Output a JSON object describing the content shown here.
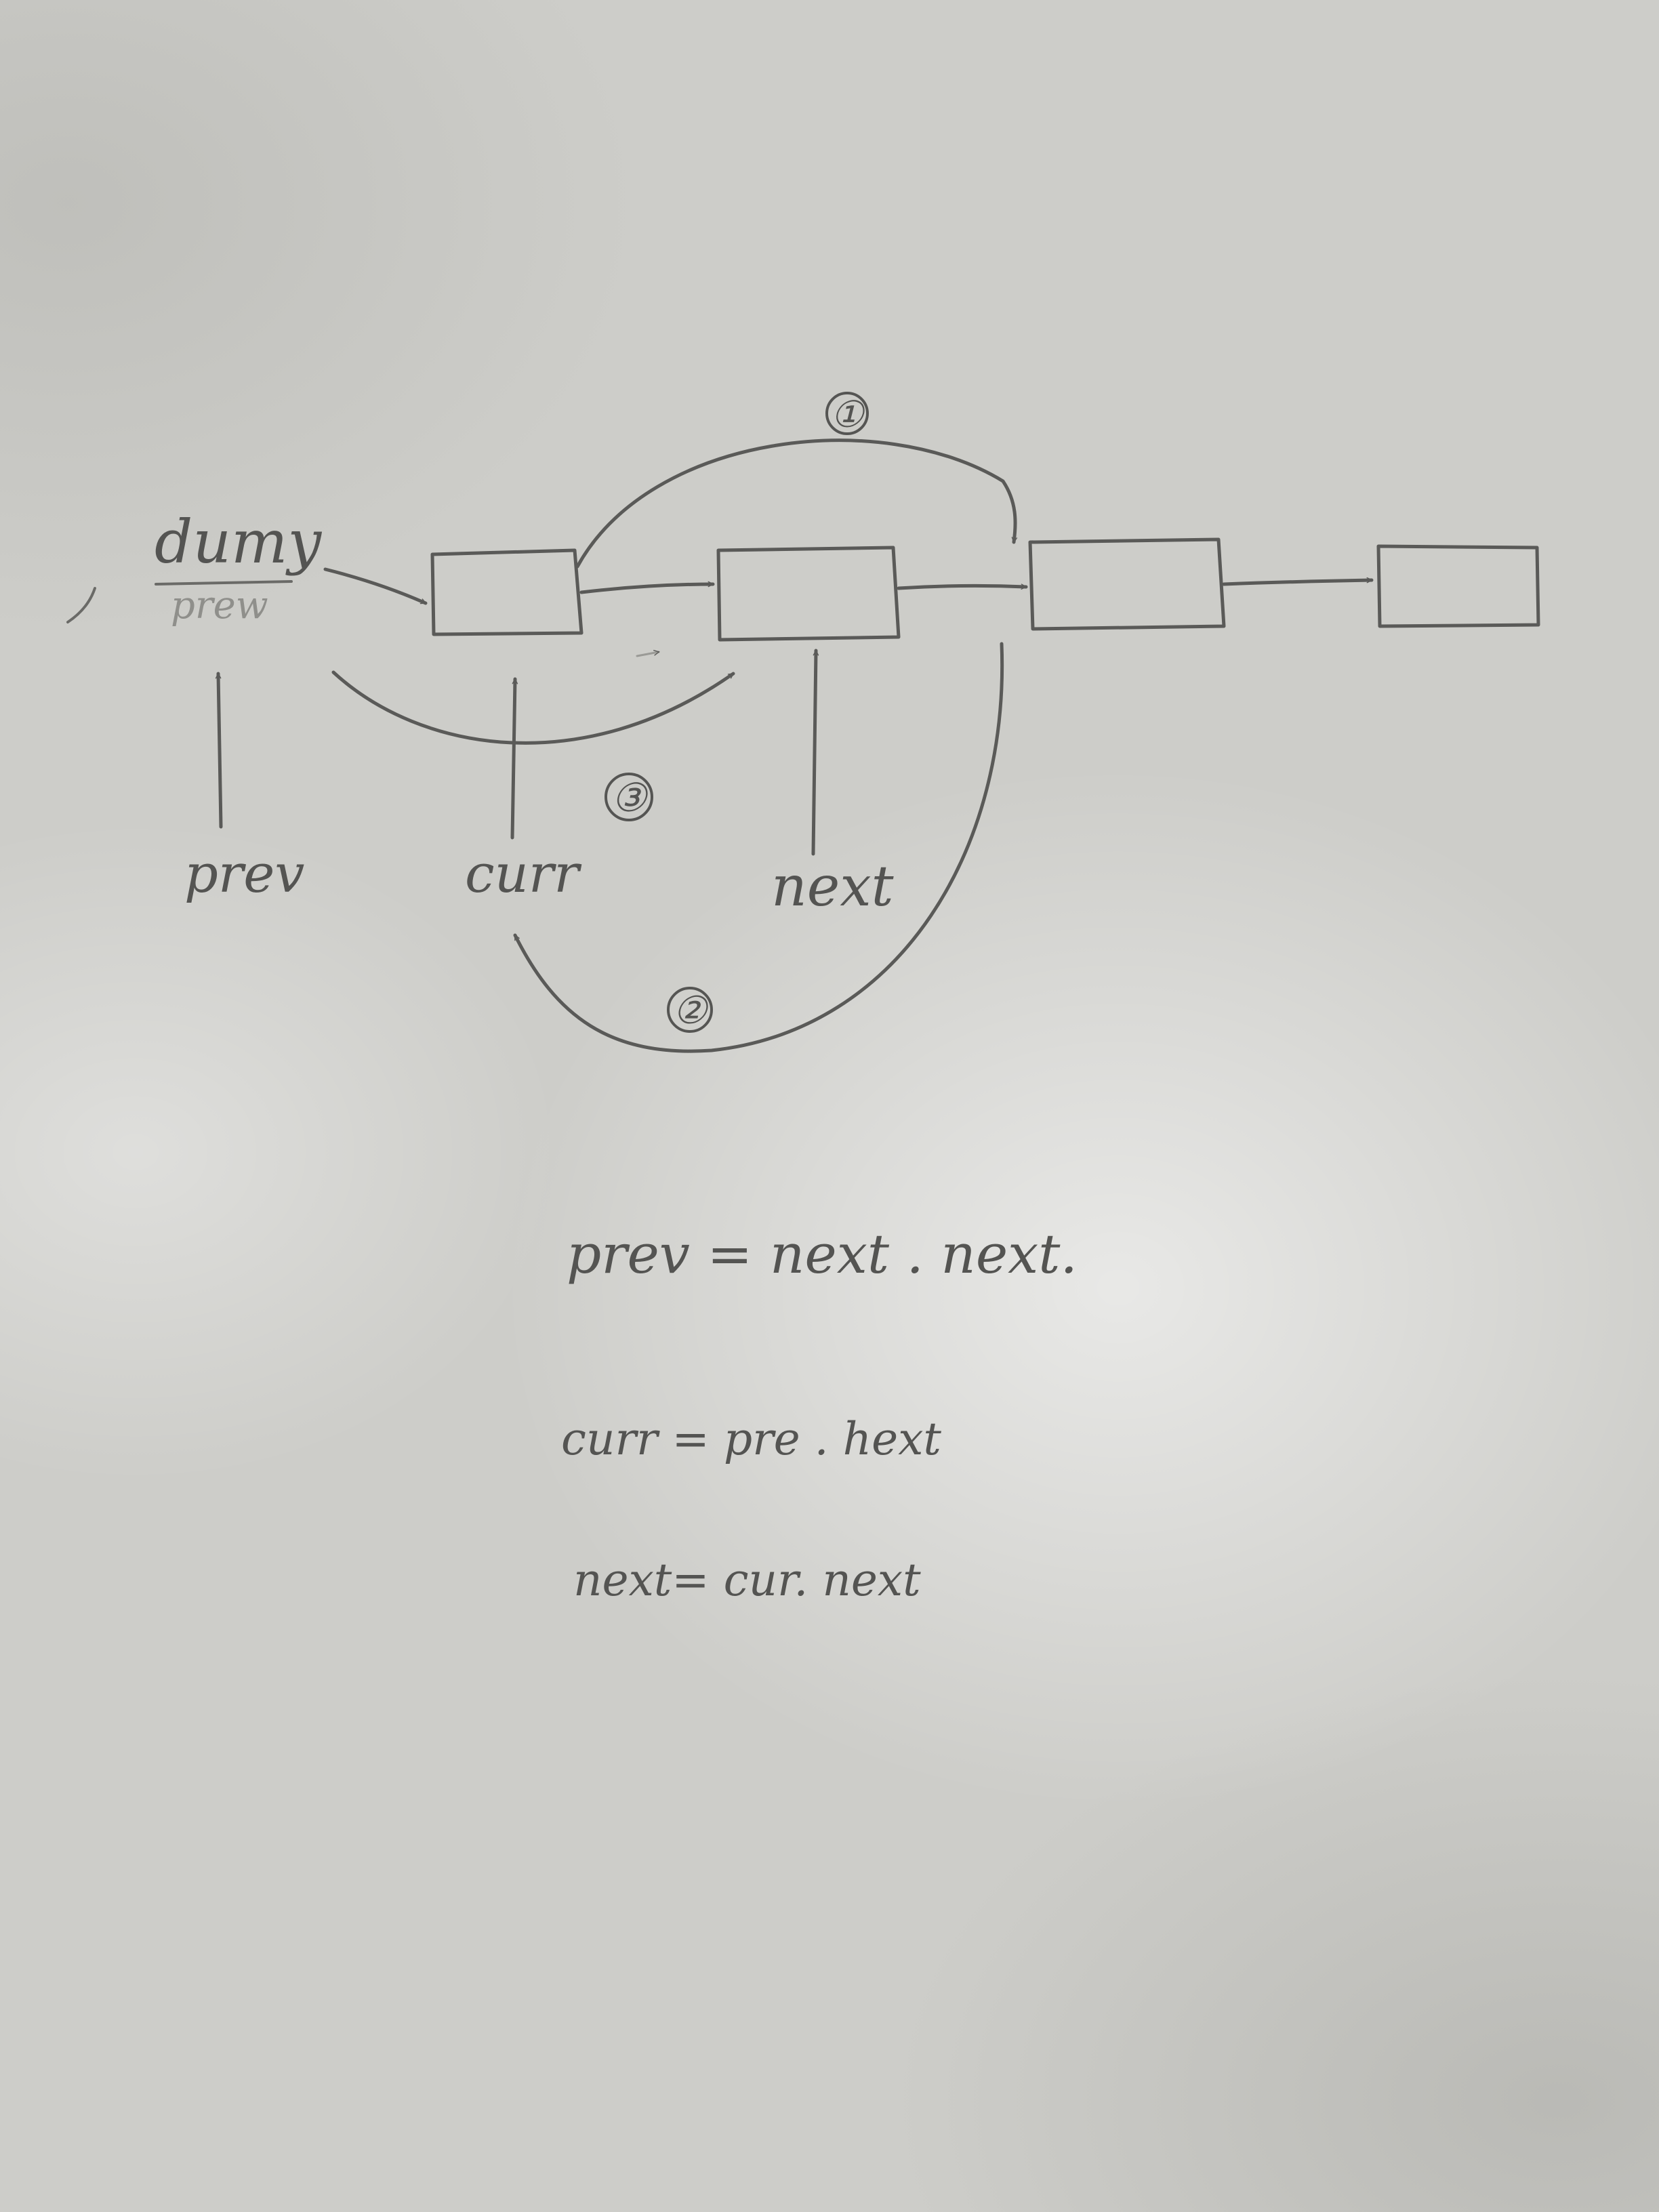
{
  "nodes": [
    {
      "id": "dummy",
      "label": "dumy",
      "sublabel": "prew"
    },
    {
      "id": "node1",
      "label": "",
      "sublabel": ""
    },
    {
      "id": "node2",
      "label": "",
      "sublabel": ""
    },
    {
      "id": "node3",
      "label": "",
      "sublabel": ""
    },
    {
      "id": "node4",
      "label": "",
      "sublabel": ""
    }
  ],
  "pointers": [
    {
      "label": "prev",
      "target": "dummy"
    },
    {
      "label": "curr",
      "target": "node1"
    },
    {
      "label": "next",
      "target": "node2"
    }
  ],
  "steps": [
    {
      "label": "①",
      "from": "node1",
      "to": "node3"
    },
    {
      "label": "②",
      "from": "node3",
      "to": "curr"
    },
    {
      "label": "③",
      "from": "dummy",
      "to": "node2"
    }
  ],
  "equations": [
    "prev = next . next.",
    "curr = pre . hext",
    "next= cur. next"
  ]
}
